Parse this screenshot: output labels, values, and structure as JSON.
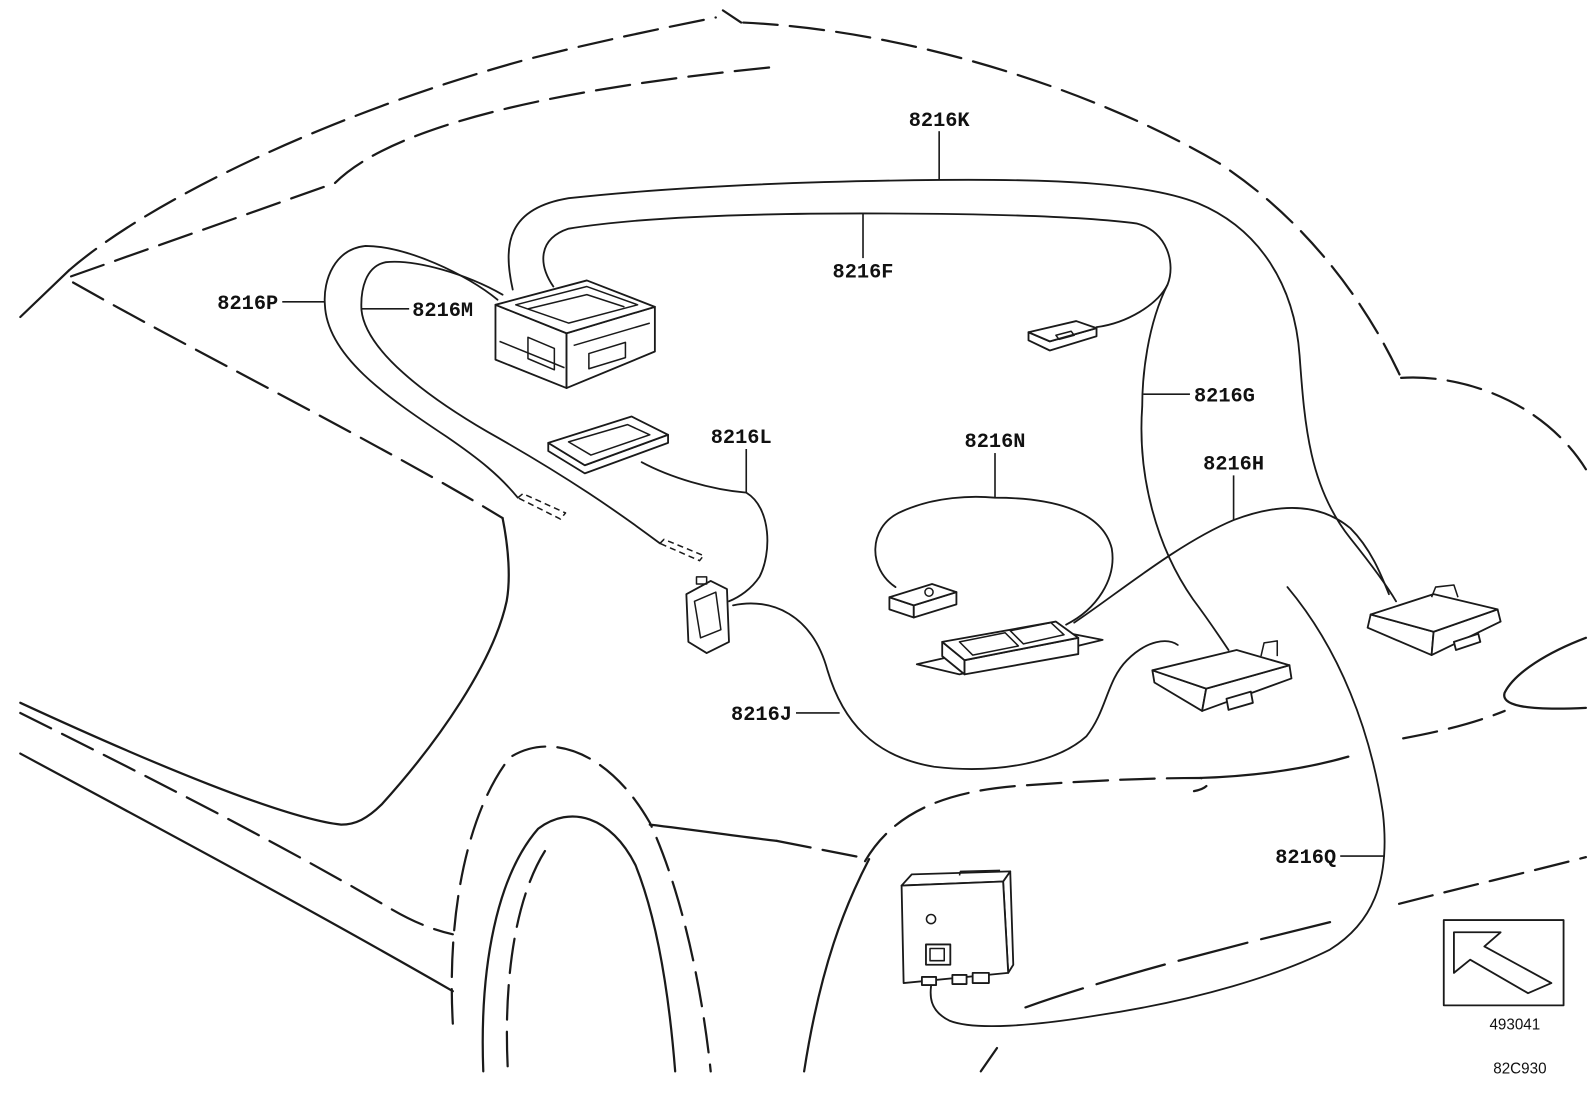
{
  "callouts": [
    "8216K",
    "8216F",
    "8216P",
    "8216M",
    "8216L",
    "8216N",
    "8216G",
    "8216H",
    "8216J",
    "8216Q"
  ],
  "codes": {
    "view_reference": "493041",
    "figure_number": "82C930"
  },
  "icons": {
    "view_direction": "arrow-up-left-icon"
  },
  "colors": {
    "line": "#1a1a1a",
    "background": "#ffffff"
  }
}
